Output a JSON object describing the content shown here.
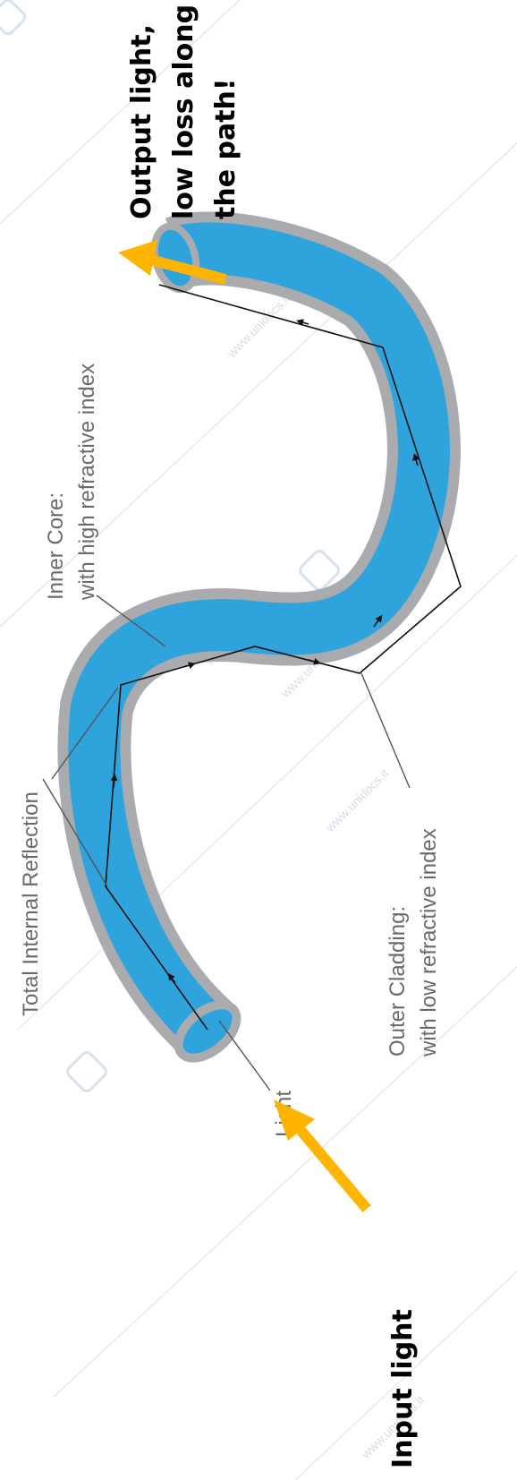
{
  "labels": {
    "total_internal_reflection": "Total Internal Reflection",
    "inner_core_line1": "Inner Core:",
    "inner_core_line2": "with high refractive index",
    "outer_cladding_line1": "Outer Cladding:",
    "outer_cladding_line2": "with low refractive index",
    "light": "Light",
    "input_light": "Input light",
    "output_line1": "Output light,",
    "output_line2": "low loss along",
    "output_line3": "the path!"
  },
  "watermark": {
    "text1": "www.unidocs.it",
    "text2": "www.unidocs.it",
    "text3": "www.unidocs.it",
    "text4": "www.unidocs.it"
  },
  "colors": {
    "cladding": "#a9abae",
    "core": "#2ea3dc",
    "arrow": "#ffb400",
    "light_path": "#111111",
    "leader": "#555555",
    "watermark": "#d6dce4"
  },
  "icons": {
    "input": "arrow-icon",
    "output": "arrow-icon",
    "logo": "unidocs-logo-icon"
  }
}
